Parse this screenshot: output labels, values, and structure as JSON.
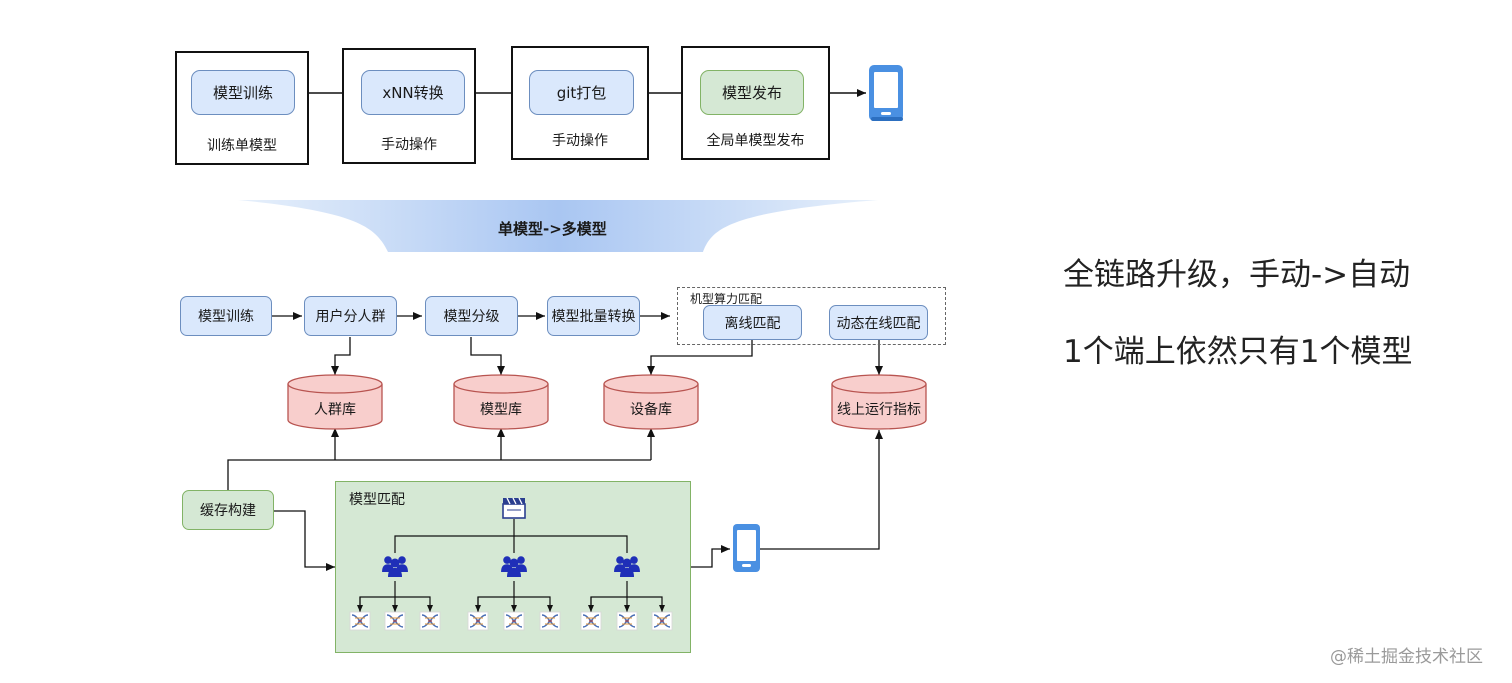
{
  "top_flow": {
    "stages": [
      {
        "box": "模型训练",
        "caption": "训练单模型"
      },
      {
        "box": "xNN转换",
        "caption": "手动操作"
      },
      {
        "box": "git打包",
        "caption": "手动操作"
      },
      {
        "box": "模型发布",
        "caption": "全局单模型发布"
      }
    ]
  },
  "transition": {
    "label": "单模型->多模型"
  },
  "bottom_flow": {
    "row_nodes": [
      "模型训练",
      "用户分人群",
      "模型分级",
      "模型批量转换"
    ],
    "matching_group": {
      "title": "机型算力匹配",
      "offline": "离线匹配",
      "online": "动态在线匹配"
    },
    "databases": [
      "人群库",
      "模型库",
      "设备库",
      "线上运行指标"
    ],
    "cache_build": "缓存构建",
    "model_match": {
      "title": "模型匹配"
    }
  },
  "right_panel": {
    "line1": "全链路升级，手动->自动",
    "line2": "1个端上依然只有1个模型"
  },
  "watermark": "@稀土掘金技术社区",
  "colors": {
    "node_blue_fill": "#dae8fc",
    "node_blue_stroke": "#6c8ebf",
    "node_green_fill": "#d5e8d4",
    "node_green_stroke": "#82b366",
    "db_fill": "#f8cecc",
    "db_stroke": "#b85450",
    "phone": "#4a90e2",
    "people": "#1f2fb8"
  },
  "icons": [
    "phone-icon",
    "clapper-icon",
    "people-icon",
    "dna-icon"
  ]
}
